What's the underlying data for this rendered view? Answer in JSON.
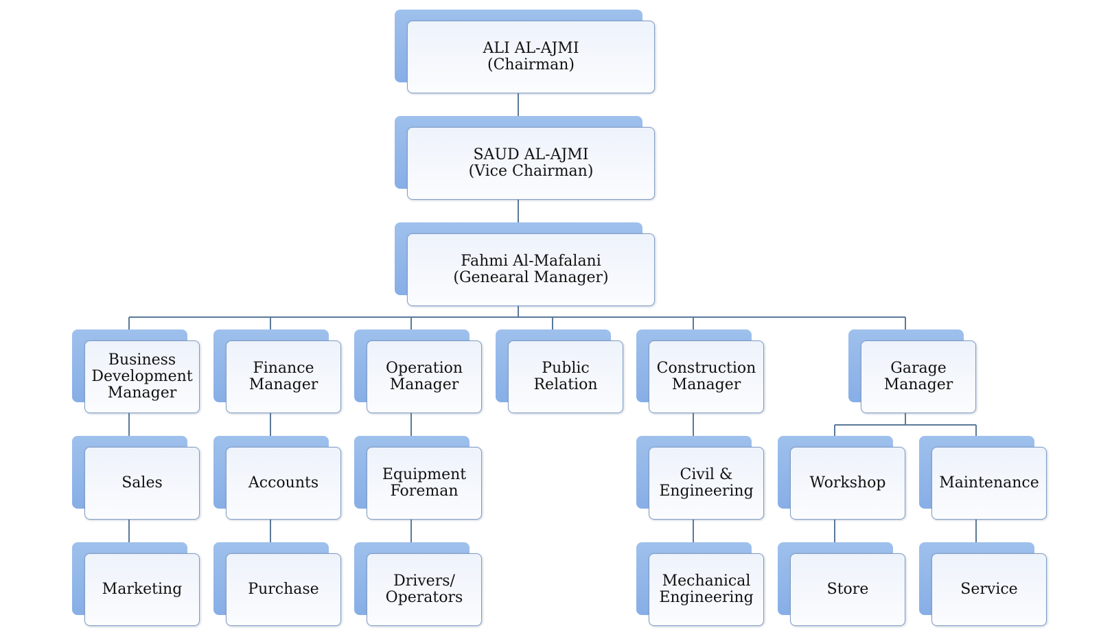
{
  "org_chart": {
    "chairman": {
      "lines": [
        "ALI AL-AJMI",
        "(Chairman)"
      ]
    },
    "vice_chairman": {
      "lines": [
        "SAUD AL-AJMI",
        "(Vice Chairman)"
      ]
    },
    "general_manager": {
      "lines": [
        "Fahmi Al-Mafalani",
        "(Genearal Manager)"
      ]
    },
    "departments": [
      {
        "head": {
          "lines": [
            "Business",
            "Development",
            "Manager"
          ]
        },
        "units": [
          {
            "lines": [
              "Sales"
            ]
          },
          {
            "lines": [
              "Marketing"
            ]
          }
        ]
      },
      {
        "head": {
          "lines": [
            "Finance",
            "Manager"
          ]
        },
        "units": [
          {
            "lines": [
              "Accounts"
            ]
          },
          {
            "lines": [
              "Purchase"
            ]
          }
        ]
      },
      {
        "head": {
          "lines": [
            "Operation",
            "Manager"
          ]
        },
        "units": [
          {
            "lines": [
              "Equipment",
              "Foreman"
            ]
          },
          {
            "lines": [
              "Drivers/",
              "Operators"
            ]
          }
        ]
      },
      {
        "head": {
          "lines": [
            "Public",
            "Relation"
          ]
        },
        "units": []
      },
      {
        "head": {
          "lines": [
            "Construction",
            "Manager"
          ]
        },
        "units": [
          {
            "lines": [
              "Civil &",
              "Engineering"
            ]
          },
          {
            "lines": [
              "Mechanical",
              "Engineering"
            ]
          }
        ]
      },
      {
        "head": {
          "lines": [
            "Garage",
            "Manager"
          ]
        },
        "units": [
          {
            "lines": [
              "Workshop"
            ]
          },
          {
            "lines": [
              "Maintenance"
            ]
          },
          {
            "lines": [
              "Store"
            ]
          },
          {
            "lines": [
              "Service"
            ]
          }
        ]
      }
    ]
  },
  "colors": {
    "box_shadow_blue": "#8fb4e8",
    "box_border": "#7f9cc5",
    "box_fill": "#f4f7fc",
    "connector": "#5a7898",
    "text": "#111111"
  }
}
